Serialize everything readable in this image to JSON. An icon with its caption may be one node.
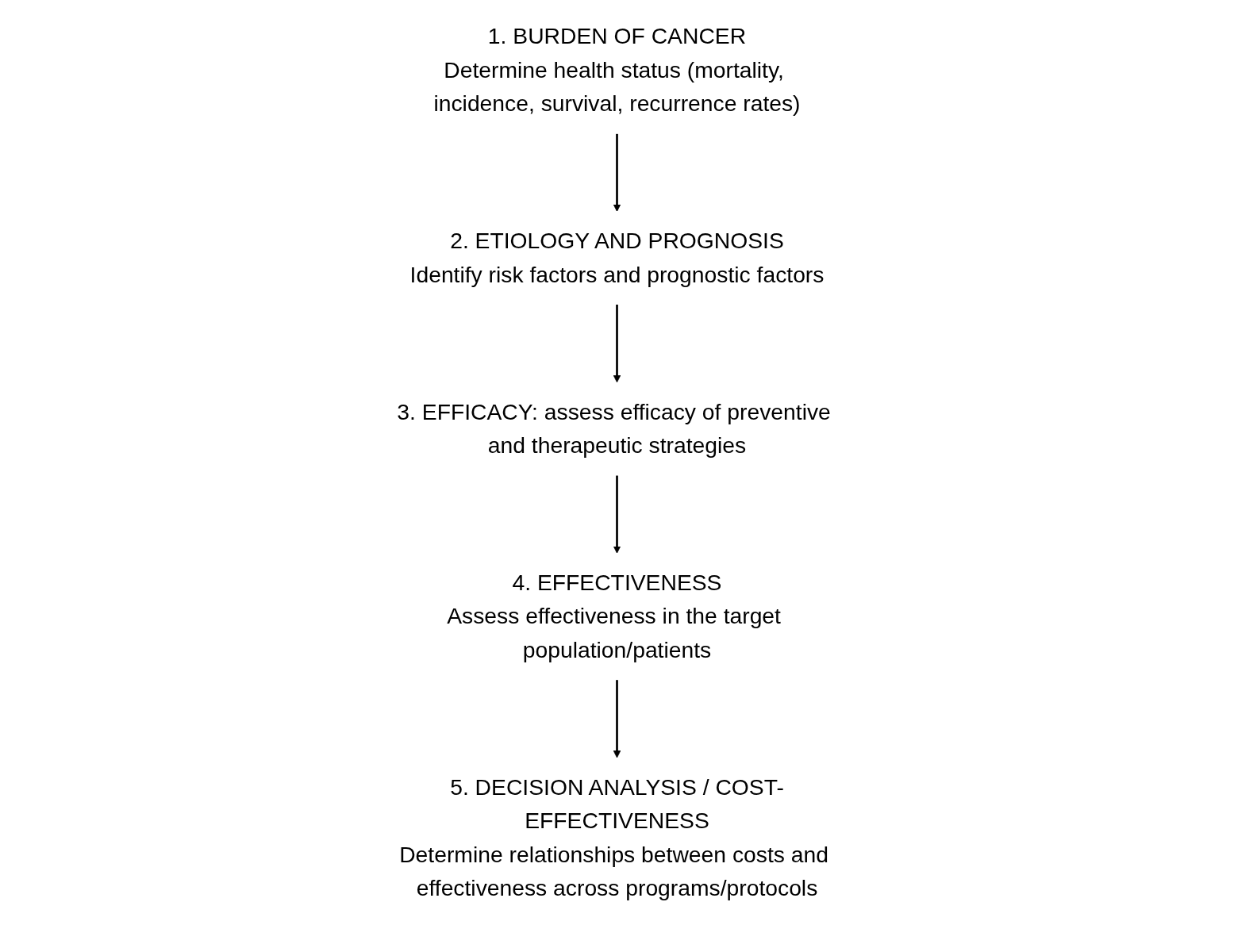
{
  "diagram": {
    "nodes": [
      {
        "text": [
          "1. BURDEN OF CANCER",
          "Determine health status (mortality, incidence, survival, recurrence rates)"
        ]
      },
      {
        "text": [
          "2. ETIOLOGY AND PROGNOSIS",
          "Identify risk factors and prognostic factors"
        ]
      },
      {
        "text": [
          "3. EFFICACY: assess efficacy of preventive and therapeutic strategies"
        ]
      },
      {
        "text": [
          "4. EFFECTIVENESS",
          "Assess effectiveness in the target population/patients"
        ]
      },
      {
        "text": [
          "5. DECISION ANALYSIS / COST-EFFECTIVENESS",
          "Determine relationships between costs and effectiveness across programs/protocols"
        ]
      }
    ],
    "edges": [
      {
        "from": 0,
        "to": 1,
        "arrow": "to"
      },
      {
        "from": 1,
        "to": 2,
        "arrow": "to"
      },
      {
        "from": 2,
        "to": 3,
        "arrow": "to"
      },
      {
        "from": 3,
        "to": 4,
        "arrow": "to"
      }
    ]
  }
}
